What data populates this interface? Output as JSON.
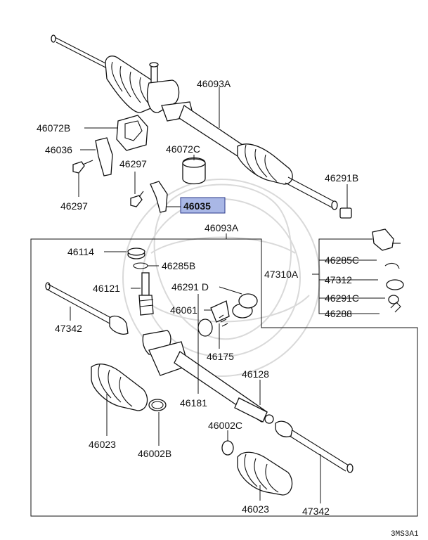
{
  "diagram": {
    "highlight_color": "#a9b7e6",
    "labels": {
      "l46093A_top": "46093A",
      "l46072B": "46072B",
      "l46036": "46036",
      "l46072C": "46072C",
      "l46297_mid": "46297",
      "l46291B": "46291B",
      "l46297_left": "46297",
      "l46035": "46035",
      "l46093A_box": "46093A",
      "l46114": "46114",
      "l46285B": "46285B",
      "l46121": "46121",
      "l46291D": "46291 D",
      "l46061": "46061",
      "l47342_left": "47342",
      "l46175": "46175",
      "l46128": "46128",
      "l46181": "46181",
      "l46023_left": "46023",
      "l46002B": "46002B",
      "l46002C": "46002C",
      "l46023_bottom": "46023",
      "l47342_bottom": "47342",
      "l46285C": "46285C",
      "l47310A": "47310A",
      "l47312": "47312",
      "l46291C": "46291C",
      "l46288": "46288"
    },
    "reference_code": "3MS3A1"
  }
}
